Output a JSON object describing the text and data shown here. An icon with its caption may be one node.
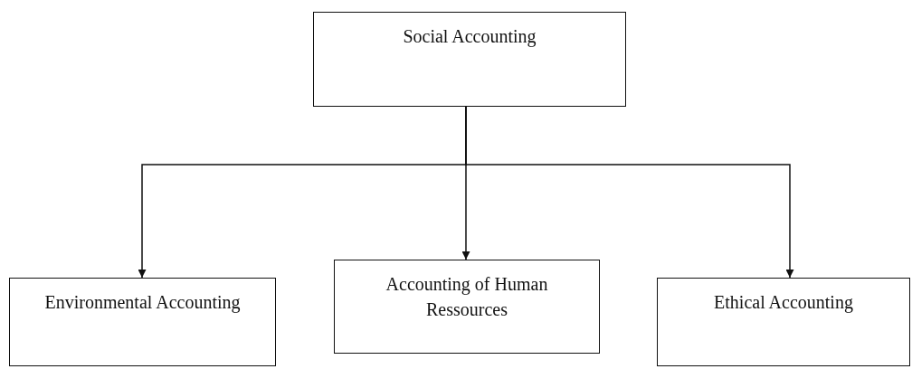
{
  "diagram": {
    "nodes": [
      {
        "text": [
          "Social Accounting"
        ]
      },
      {
        "text": [
          "Environmental Accounting"
        ]
      },
      {
        "text": [
          "Accounting of Human Ressources"
        ]
      },
      {
        "text": [
          "Ethical Accounting"
        ]
      }
    ],
    "edges": [
      {
        "from": 0,
        "to": 1,
        "arrow": "to"
      },
      {
        "from": 0,
        "to": 2,
        "arrow": "to"
      },
      {
        "from": 0,
        "to": 3,
        "arrow": "to"
      }
    ]
  }
}
